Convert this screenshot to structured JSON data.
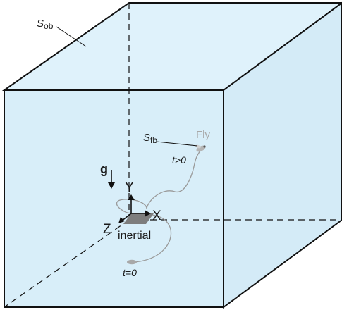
{
  "labels": {
    "s_ob_main": "S",
    "s_ob_sub": "ob",
    "s_fb_main": "S",
    "s_fb_sub": "fb",
    "fly": "Fly",
    "t_positive": "t>0",
    "t_zero": "t=0",
    "gravity": "g",
    "axis_x": "X",
    "axis_y": "Y",
    "axis_z": "Z",
    "frame": "inertial"
  },
  "colors": {
    "box_fill": "#d8eef9",
    "box_top": "#dff2fb",
    "box_edge": "#111111",
    "trajectory": "#9a9a9a",
    "fly": "#b5b5b5",
    "axis_plane": "#7d7d7d"
  }
}
